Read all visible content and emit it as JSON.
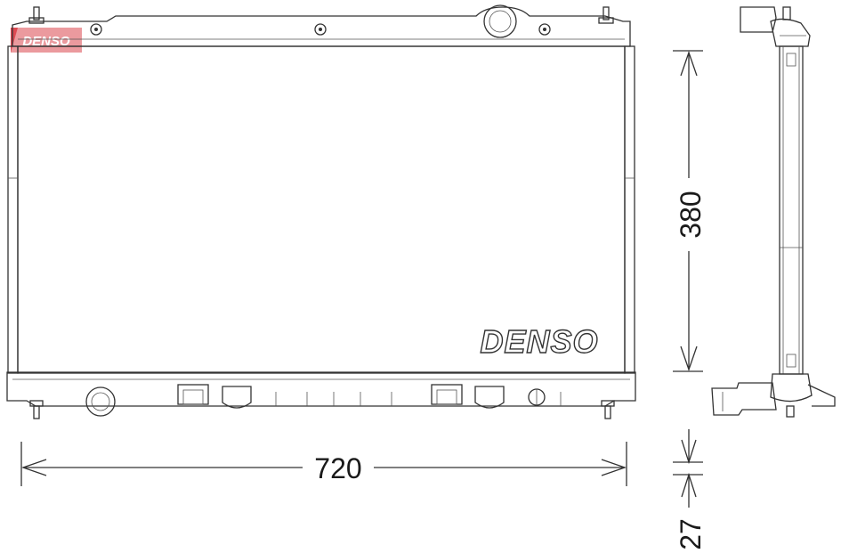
{
  "brand": {
    "corner_logo_text": "DENSO",
    "body_logo_text": "DENSO",
    "accent_color": "#d9363e"
  },
  "dimensions": {
    "width_label": "720",
    "height_label": "380",
    "depth_label": "27"
  },
  "colors": {
    "line": "#333333",
    "core_fill": "#f7f7f7",
    "background": "#ffffff"
  }
}
